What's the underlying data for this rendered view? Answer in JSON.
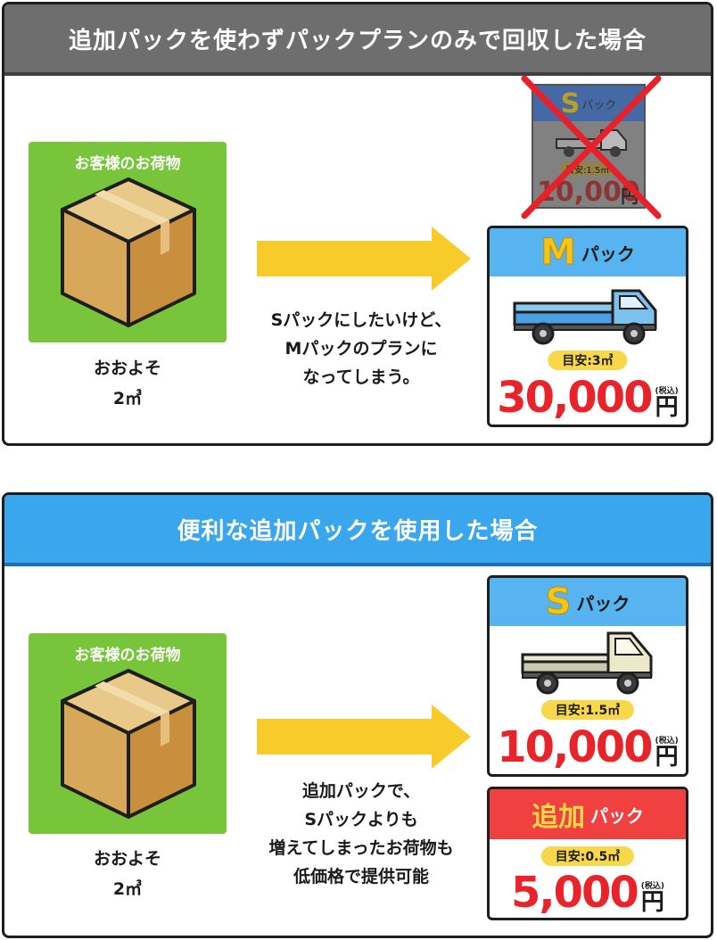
{
  "top": {
    "header": "追加パックを使わずパックプランのみで回収した場合",
    "luggage_label": "お客様のお荷物",
    "volume_line1": "おおよそ",
    "volume_line2": "2㎥",
    "caption": [
      "Sパックにしたいけど、",
      "Mパックのプランに",
      "なってしまう。"
    ],
    "crossed_card": {
      "letter": "S",
      "name": "パック",
      "pill": "目安:1.5㎥",
      "price": "10,000",
      "yen": "円"
    },
    "card": {
      "letter": "M",
      "name": "パック",
      "pill": "目安:3㎥",
      "price": "30,000",
      "tax": "(税込)",
      "yen": "円"
    }
  },
  "bottom": {
    "header": "便利な追加パックを使用した場合",
    "luggage_label": "お客様のお荷物",
    "volume_line1": "おおよそ",
    "volume_line2": "2㎥",
    "caption": [
      "追加パックで、",
      "Sパックよりも",
      "増えてしまったお荷物も",
      "低価格で提供可能"
    ],
    "card_s": {
      "letter": "S",
      "name": "パック",
      "pill": "目安:1.5㎥",
      "price": "10,000",
      "tax": "(税込)",
      "yen": "円"
    },
    "card_add": {
      "title": "追加",
      "name": "パック",
      "pill": "目安:0.5㎥",
      "price": "5,000",
      "tax": "(税込)",
      "yen": "円"
    }
  },
  "colors": {
    "green": "#78c53c",
    "blue_header": "#3aa6ee",
    "gray_header": "#6e6e6e",
    "card_blue": "#58b4f0",
    "card_red": "#f04040",
    "yellow": "#f5c518",
    "price_red": "#e8242a"
  }
}
